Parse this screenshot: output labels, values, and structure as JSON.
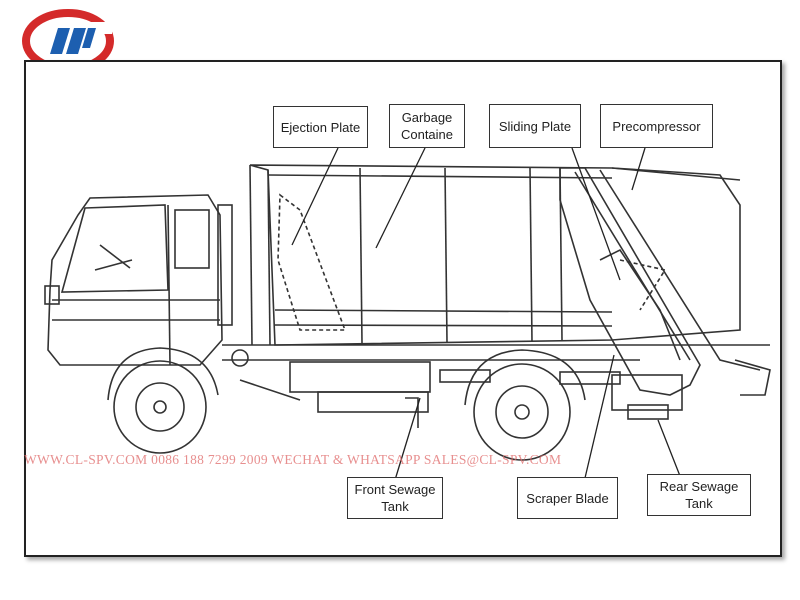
{
  "labels": {
    "ejection_plate": "Ejection Plate",
    "garbage_container": "Garbage\nContaine",
    "sliding_plate": "Sliding Plate",
    "precompressor": "Precompressor",
    "front_sewage_tank": "Front Sewage\nTank",
    "scraper_blade": "Scraper Blade",
    "rear_sewage_tank": "Rear Sewage\nTank"
  },
  "watermark": "WWW.CL-SPV.COM 0086 188  7299 2009  WECHAT & WHATSAPP SALES@CL-SPV.COM",
  "colors": {
    "logo_red": "#d42a2a",
    "logo_blue": "#1d5fb0",
    "watermark": "#e06a6a"
  }
}
